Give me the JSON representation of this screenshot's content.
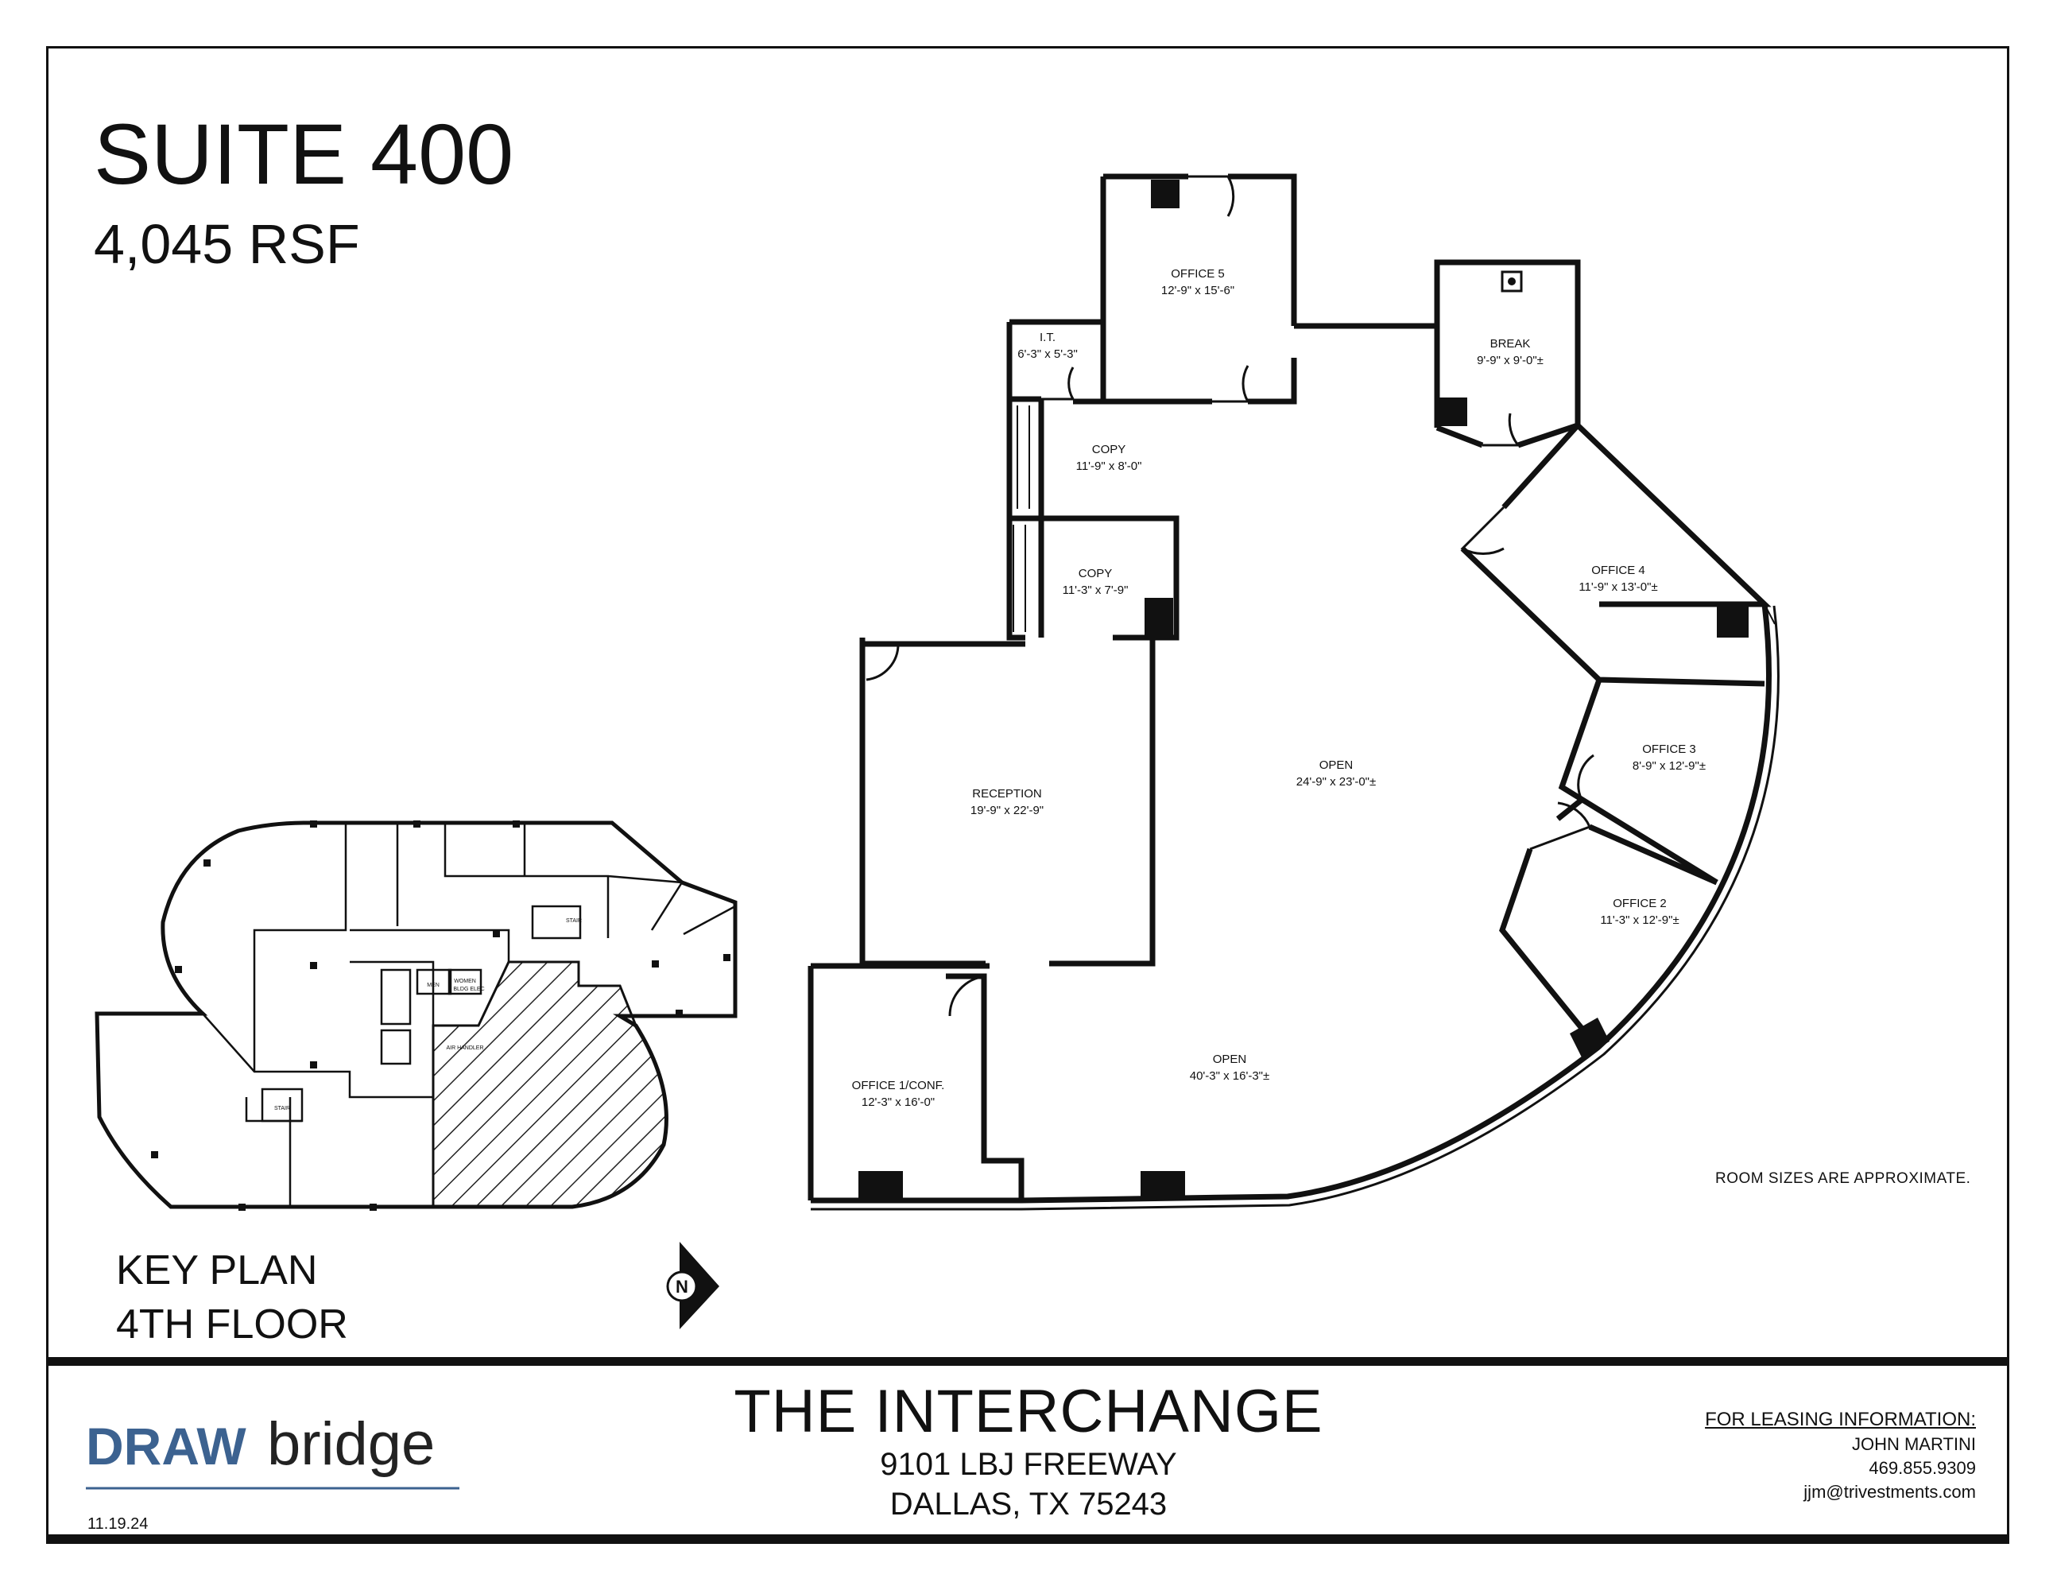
{
  "header": {
    "suite": "SUITE 400",
    "area": "4,045 RSF"
  },
  "key_plan": {
    "line1": "KEY PLAN",
    "line2": "4TH FLOOR",
    "north_label": "N",
    "labels": {
      "stair_a": "STAIR",
      "stair_b": "STAIR",
      "men": "MEN",
      "women": "WOMEN",
      "bldg_elec": "BLDG ELEC",
      "air_handler": "AIR HANDLER"
    }
  },
  "rooms": [
    {
      "name": "OFFICE 5",
      "size": "12'-9\" x 15'-6\""
    },
    {
      "name": "I.T.",
      "size": "6'-3\" x 5'-3\""
    },
    {
      "name": "BREAK",
      "size": "9'-9\" x 9'-0\"±"
    },
    {
      "name": "COPY",
      "size": "11'-9\" x 8'-0\""
    },
    {
      "name": "COPY",
      "size": "11'-3\" x 7'-9\""
    },
    {
      "name": "OFFICE 4",
      "size": "11'-9\" x 13'-0\"±"
    },
    {
      "name": "OPEN",
      "size": "24'-9\" x 23'-0\"±"
    },
    {
      "name": "OFFICE 3",
      "size": "8'-9\" x 12'-9\"±"
    },
    {
      "name": "RECEPTION",
      "size": "19'-9\" x 22'-9\""
    },
    {
      "name": "OFFICE 2",
      "size": "11'-3\" x 12'-9\"±"
    },
    {
      "name": "OPEN",
      "size": "40'-3\" x 16'-3\"±"
    },
    {
      "name": "OFFICE 1/CONF.",
      "size": "12'-3\" x 16'-0\""
    }
  ],
  "note": "ROOM SIZES ARE APPROXIMATE.",
  "building": {
    "name": "THE INTERCHANGE",
    "street": "9101 LBJ FREEWAY",
    "city": "DALLAS, TX  75243"
  },
  "leasing": {
    "heading": "FOR LEASING INFORMATION:",
    "contact": "JOHN MARTINI",
    "phone": "469.855.9309",
    "email": "jjm@trivestments.com"
  },
  "logo": {
    "part1": "DRAW",
    "part2": "bridge",
    "color1": "#3c6290",
    "color2": "#222222"
  },
  "date": "11.19.24"
}
